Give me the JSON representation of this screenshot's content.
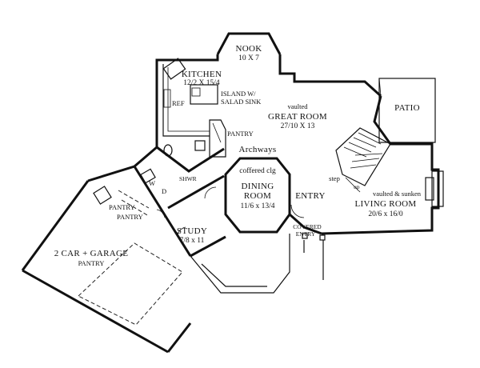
{
  "rooms": {
    "nook": {
      "name": "NOOK",
      "dim": "10 X 7"
    },
    "kitchen": {
      "name": "KITCHEN",
      "dim": "12/2 X 15/4"
    },
    "island": {
      "line1": "ISLAND W/",
      "line2": "SALAD SINK"
    },
    "ref": "REF",
    "pantry_kitchen": "PANTRY",
    "great_room": {
      "note": "vaulted",
      "name": "GREAT ROOM",
      "dim": "27/10 X 13"
    },
    "patio": "PATIO",
    "archways": "Archways",
    "coffered": "coffered clg",
    "dining": {
      "name_line1": "DINING",
      "name_line2": "ROOM",
      "dim": "11/6 x 13/4"
    },
    "entry": "ENTRY",
    "step": "step",
    "up": "up",
    "living": {
      "note": "vaulted & sunken",
      "name": "LIVING ROOM",
      "dim": "20/6 x 16/0"
    },
    "covered_entry": {
      "line1": "COVERED",
      "line2": "ENTRY"
    },
    "study": {
      "name": "STUDY",
      "dim": "7/8 x 11"
    },
    "shwr": "SHWR",
    "washer": "W",
    "dryer": "D",
    "pantry_1": "PANTRY",
    "pantry_2": "PANTRY",
    "garage": {
      "name": "2 CAR + GARAGE",
      "sub": "PANTRY"
    }
  }
}
